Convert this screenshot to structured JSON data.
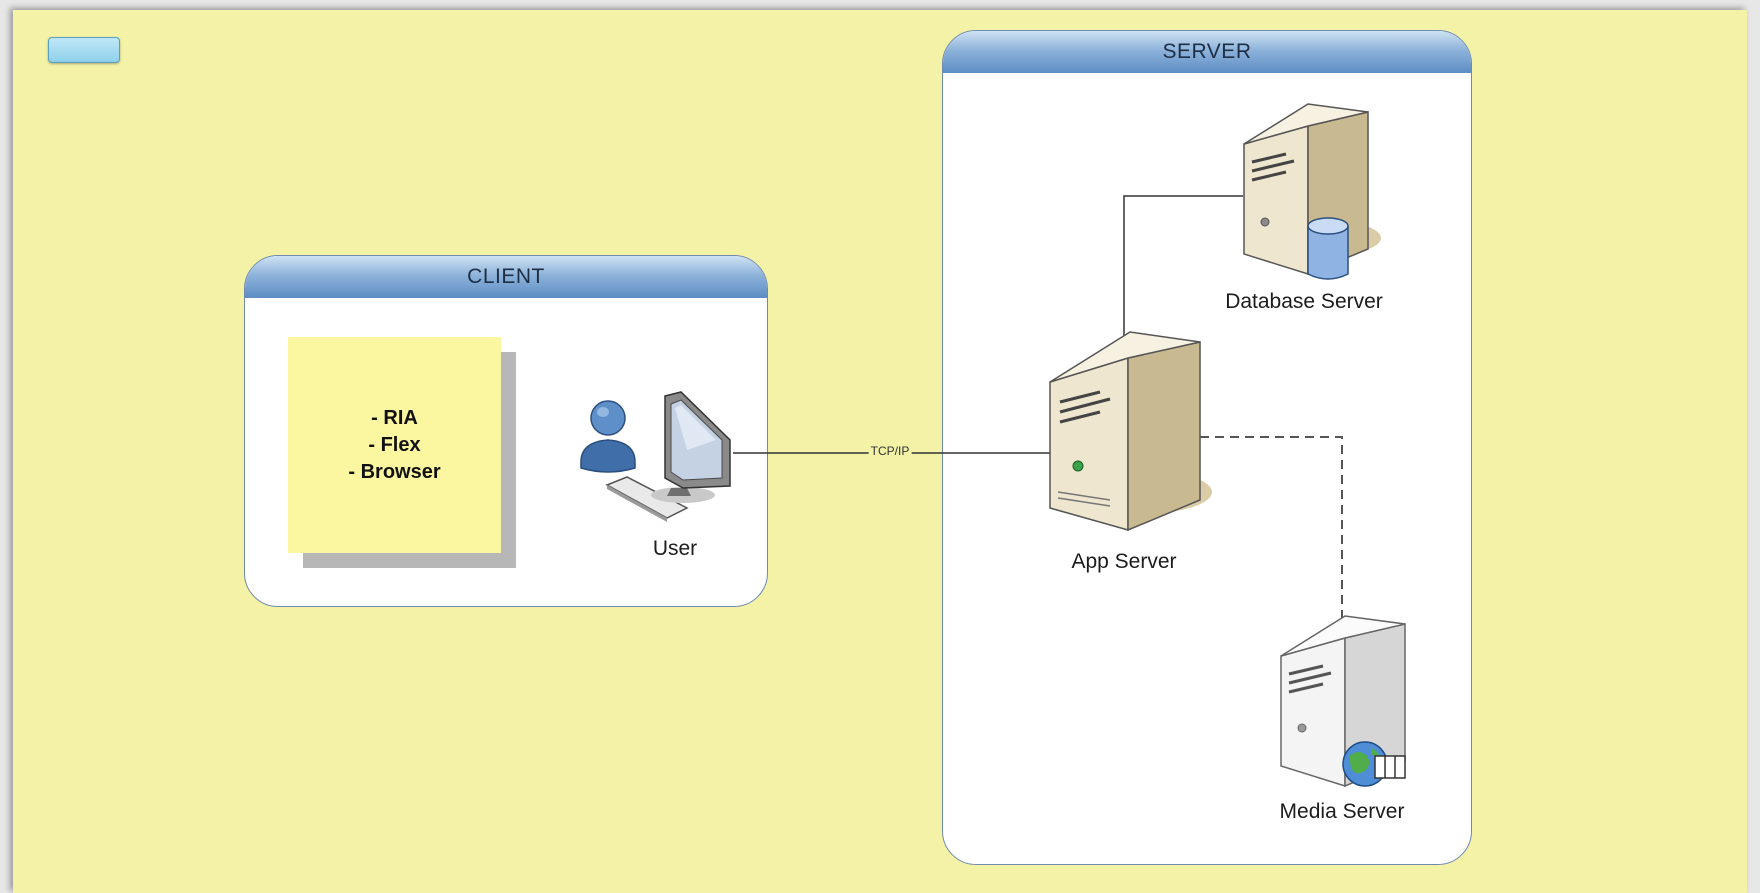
{
  "client": {
    "title": "CLIENT"
  },
  "server": {
    "title": "SERVER"
  },
  "note": {
    "lines": [
      "- RIA",
      "- Flex",
      "- Browser"
    ]
  },
  "nodes": {
    "user": "User",
    "app_server": "App Server",
    "database_server": "Database Server",
    "media_server": "Media Server"
  },
  "connections": {
    "user_app": "TCP/IP"
  },
  "colors": {
    "canvas": "#f3f2a6",
    "header_blue": "#5d8dc4",
    "note_yellow": "#fbf6a0",
    "server_beige": "#efe6cf"
  },
  "icons": {
    "user": "person-icon",
    "computer": "monitor-icon",
    "app_server": "server-tower-icon",
    "database": "database-cylinder-icon",
    "globe": "globe-icon",
    "media": "film-reel-icon"
  }
}
